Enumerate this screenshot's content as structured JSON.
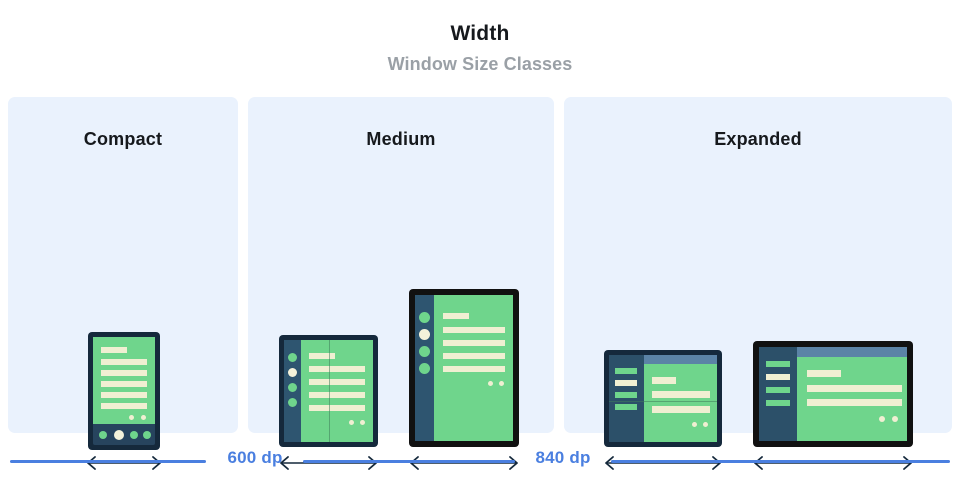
{
  "header": {
    "title": "Width",
    "subtitle": "Window Size Classes"
  },
  "colors": {
    "panel_background": "#eaf2fd",
    "device_frame_dark": "#15293c",
    "device_frame_black": "#111111",
    "screen_green": "#6fd58c",
    "content_bar_cream": "#f0efd2",
    "nav_rail_blue": "#2e5570",
    "nav_drawer_blue": "#2c5069",
    "app_bar_blue": "#5b83a6",
    "bottom_nav_blue": "#27445e",
    "breakpoint_blue": "#4a7fe0",
    "title_text": "#16191d",
    "subtitle_text": "#9aa0a6"
  },
  "panels": [
    {
      "id": "compact",
      "title": "Compact",
      "devices": [
        {
          "id": "phone",
          "name": "phone-device",
          "arrow": "width-arrow"
        }
      ]
    },
    {
      "id": "medium",
      "title": "Medium",
      "devices": [
        {
          "id": "foldable-medium",
          "name": "foldable-unfolded-device",
          "arrow": "width-arrow"
        },
        {
          "id": "tablet-portrait",
          "name": "tablet-portrait-device",
          "arrow": "width-arrow"
        }
      ]
    },
    {
      "id": "expanded",
      "title": "Expanded",
      "devices": [
        {
          "id": "foldable-expanded",
          "name": "foldable-landscape-device",
          "arrow": "width-arrow"
        },
        {
          "id": "tablet-landscape",
          "name": "tablet-landscape-device",
          "arrow": "width-arrow"
        }
      ]
    }
  ],
  "breakpoints": [
    {
      "label": "600 dp",
      "value": 600
    },
    {
      "label": "840 dp",
      "value": 840
    }
  ]
}
